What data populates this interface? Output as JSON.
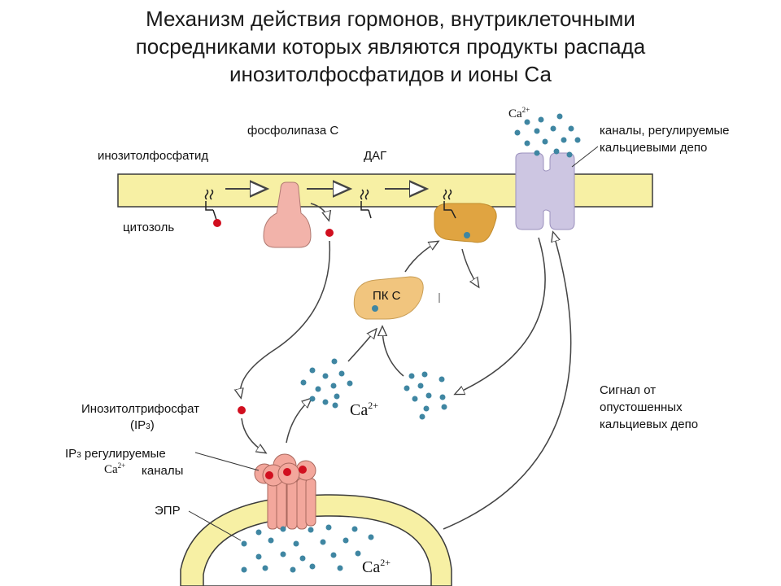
{
  "title": {
    "line1": "Механизм действия гормонов, внутриклеточными",
    "line2": "посредниками которых являются продукты распада",
    "line3": "инозитолфосфатидов и ионы Са"
  },
  "labels": {
    "phospholipase": "фосфолипаза С",
    "inositol_phosphatide": "инозитолфосфатид",
    "dag": "ДАГ",
    "cytosol": "цитозоль",
    "pkc": "ПК С",
    "channels_depot_line1": "каналы, регулируемые",
    "channels_depot_line2": "кальциевыми депо",
    "signal_line1": "Сигнал от",
    "signal_line2": "опустошенных",
    "signal_line3": "кальциевых депо",
    "ip3_line1": "Инозитолтрифосфат",
    "ip3_line2_pre": "(IP",
    "ip3_line2_sub": "3",
    "ip3_line2_post": ")",
    "ip3_channels_pre": "IP",
    "ip3_channels_sub": "3",
    "ip3_channels_post": " регулируемые",
    "ip3_channels_line2": "каналы",
    "er": "ЭПР"
  },
  "calcium": {
    "symbol": "Ca",
    "charge": "2+"
  },
  "colors": {
    "membrane_fill": "#f7f0a4",
    "membrane_stroke": "#3a3a3a",
    "phospholipase_fill": "#f2b3aa",
    "pkc_fill": "#f1c57e",
    "dag_pkc_fill": "#e0a441",
    "channel_fill": "#cdc6e2",
    "ion_dot": "#3f86a2",
    "messenger_dot": "#d10f1f",
    "ip3_channel_fill": "#f3a79c"
  }
}
